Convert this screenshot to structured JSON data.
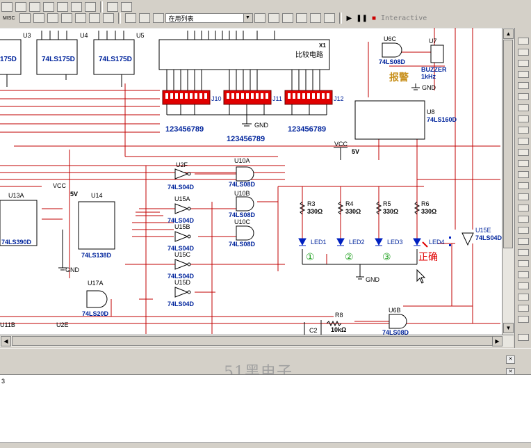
{
  "toolbar": {
    "misc_label": "MISC",
    "circuit_combo": "在用列表",
    "sim_mode": "Interactive"
  },
  "chips": {
    "u3": "U3",
    "u4": "U4",
    "u5": "U5",
    "ls175_a": "175D",
    "ls175_b": "74LS175D",
    "ls175_c": "74LS175D",
    "x1": "X1",
    "compare": "比较电路",
    "j10": "J10",
    "j11": "J11",
    "j12": "J12",
    "digits_a": "123456789",
    "digits_b": "123456789",
    "digits_c": "123456789",
    "gnd": "GND",
    "u6c": "U6C",
    "u6c_type": "74LS08D",
    "u7": "U7",
    "buzzer": "BUZZER",
    "buzzer_freq": "1kHz",
    "alarm": "报警",
    "u8": "U8",
    "u8_type": "74LS160D",
    "vcc": "VCC",
    "v5": "5V",
    "u13a": "U13A",
    "ls390": "74LS390D",
    "u14": "U14",
    "ls138": "74LS138D",
    "u2f": "U2F",
    "u15a": "U15A",
    "u15b": "U15B",
    "u15c": "U15C",
    "u15d": "U15D",
    "ls04": "74LS04D",
    "u10a": "U10A",
    "u10b": "U10B",
    "u10c": "U10C",
    "ls08": "74LS08D",
    "r3": "R3",
    "r4": "R4",
    "r5": "R5",
    "r6": "R6",
    "r330": "330Ω",
    "led1": "LED1",
    "led2": "LED2",
    "led3": "LED3",
    "led4": "LED4",
    "c1": "①",
    "c2": "②",
    "c3": "③",
    "correct": "正确",
    "u15e": "U15E",
    "u15e_type": "74LS04D",
    "u17a": "U17A",
    "ls20": "74LS20D",
    "r8": "R8",
    "r8_val": "10kΩ",
    "c2cap": "C2",
    "u6b": "U6B",
    "u6b_type": "74LS08D",
    "u11b": "U11B",
    "u2e": "U2E"
  },
  "spreadsheet": {
    "watermark": "51黑电子",
    "line": "3"
  }
}
